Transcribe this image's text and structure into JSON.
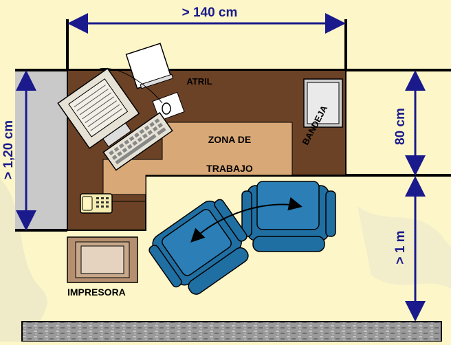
{
  "dimensions": {
    "width_top": "> 140 cm",
    "depth_left": "> 1,20 cm",
    "depth_right": "80 cm",
    "clearance": "> 1 m"
  },
  "labels": {
    "atril": "ATRIL",
    "bandeja": "BANDEJA",
    "zona_line1": "ZONA DE",
    "zona_line2": "TRABAJO",
    "impresora": "IMPRESORA"
  },
  "colors": {
    "background": "#fdf6c8",
    "desk": "#6b4226",
    "work_zone": "#d9a877",
    "dimension_arrow": "#1a1a8c",
    "chair": "#1f6fa3",
    "wall": "#000000"
  },
  "icons": [
    "document-holder-icon",
    "tray-icon",
    "computer-icon",
    "keyboard-icon",
    "mouse-icon",
    "phone-icon",
    "printer-icon",
    "chair-icon",
    "rotation-arrow-icon"
  ]
}
